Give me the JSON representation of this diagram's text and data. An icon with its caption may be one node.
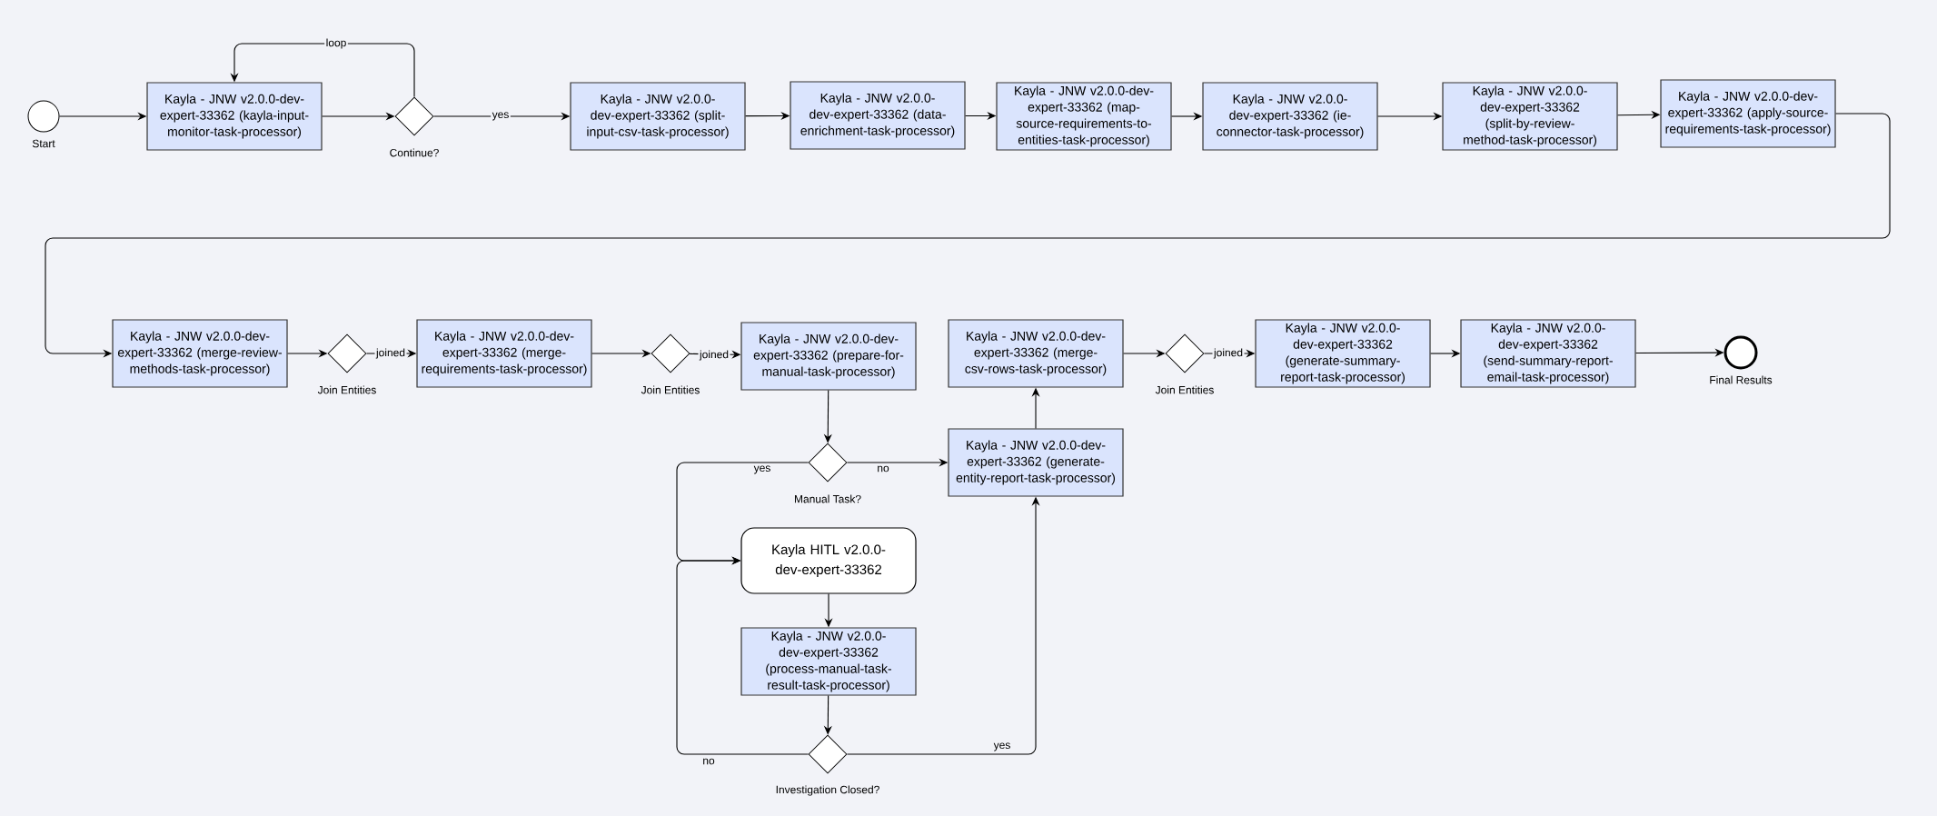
{
  "diagram": {
    "nodes": [
      {
        "text": [],
        "shape": "circle",
        "beside": [
          "Start"
        ]
      },
      {
        "text": [
          "Kayla - JNW v2.0.0-dev-expert-33362 (kayla-input-monitor-task-processor)"
        ]
      },
      {
        "text": [],
        "shape": "diamond",
        "beside": [
          "Continue?"
        ]
      },
      {
        "text": [
          "Kayla - JNW v2.0.0-dev-expert-33362 (split-input-csv-task-processor)"
        ]
      },
      {
        "text": [
          "Kayla - JNW v2.0.0-dev-expert-33362 (data-enrichment-task-processor)"
        ]
      },
      {
        "text": [
          "Kayla - JNW v2.0.0-dev-expert-33362 (map-source-requirements-to-entities-task-processor)"
        ]
      },
      {
        "text": [
          "Kayla - JNW v2.0.0-dev-expert-33362 (ie-connector-task-processor)"
        ]
      },
      {
        "text": [
          "Kayla - JNW v2.0.0-dev-expert-33362 (split-by-review-method-task-processor)"
        ]
      },
      {
        "text": [
          "Kayla - JNW v2.0.0-dev-expert-33362 (apply-source-requirements-task-processor)"
        ]
      },
      {
        "text": [
          "Kayla - JNW v2.0.0-dev-expert-33362 (merge-review-methods-task-processor)"
        ]
      },
      {
        "text": [],
        "shape": "diamond",
        "beside": [
          "Join Entities"
        ]
      },
      {
        "text": [
          "Kayla - JNW v2.0.0-dev-expert-33362 (merge-requirements-task-processor)"
        ]
      },
      {
        "text": [],
        "shape": "diamond",
        "beside": [
          "Join Entities"
        ]
      },
      {
        "text": [
          "Kayla - JNW v2.0.0-dev-expert-33362 (prepare-for-manual-task-processor)"
        ]
      },
      {
        "text": [
          "Kayla - JNW v2.0.0-dev-expert-33362 (merge-csv-rows-task-processor)"
        ]
      },
      {
        "text": [],
        "shape": "diamond",
        "beside": [
          "Join Entities"
        ]
      },
      {
        "text": [
          "Kayla - JNW v2.0.0-dev-expert-33362 (generate-summary-report-task-processor)"
        ]
      },
      {
        "text": [
          "Kayla - JNW v2.0.0-dev-expert-33362 (send-summary-report-email-task-processor)"
        ]
      },
      {
        "text": [],
        "shape": "circle",
        "beside": [
          "Final Results"
        ]
      },
      {
        "text": [],
        "shape": "diamond",
        "beside": [
          "Manual Task?"
        ]
      },
      {
        "text": [
          "Kayla - JNW v2.0.0-dev-expert-33362 (generate-entity-report-task-processor)"
        ]
      },
      {
        "text": [
          "Kayla HITL v2.0.0-dev-expert-33362"
        ]
      },
      {
        "text": [
          "Kayla - JNW v2.0.0-dev-expert-33362 (process-manual-task-result-task-processor)"
        ]
      },
      {
        "text": [],
        "shape": "diamond",
        "beside": [
          "Investigation Closed?"
        ]
      }
    ],
    "edges": [
      {
        "from": 0,
        "to": 1,
        "arrow": "to"
      },
      {
        "from": 1,
        "to": 2,
        "arrow": "to"
      },
      {
        "from": 2,
        "to": 1,
        "arrow": "to",
        "label": "loop"
      },
      {
        "from": 2,
        "to": 3,
        "arrow": "to",
        "label": "yes"
      },
      {
        "from": 3,
        "to": 4,
        "arrow": "to"
      },
      {
        "from": 4,
        "to": 5,
        "arrow": "to"
      },
      {
        "from": 5,
        "to": 6,
        "arrow": "to"
      },
      {
        "from": 6,
        "to": 7,
        "arrow": "to"
      },
      {
        "from": 7,
        "to": 8,
        "arrow": "to"
      },
      {
        "from": 8,
        "to": 9,
        "arrow": "to"
      },
      {
        "from": 9,
        "to": 10,
        "arrow": "to"
      },
      {
        "from": 10,
        "to": 11,
        "arrow": "to",
        "label": "joined"
      },
      {
        "from": 11,
        "to": 12,
        "arrow": "to"
      },
      {
        "from": 12,
        "to": 13,
        "arrow": "to",
        "label": "joined"
      },
      {
        "from": 13,
        "to": 19,
        "arrow": "to"
      },
      {
        "from": 19,
        "to": 20,
        "arrow": "to",
        "label": "no"
      },
      {
        "from": 19,
        "to": 21,
        "arrow": "to",
        "label": "yes"
      },
      {
        "from": 21,
        "to": 22,
        "arrow": "to"
      },
      {
        "from": 22,
        "to": 23,
        "arrow": "to"
      },
      {
        "from": 23,
        "to": 21,
        "arrow": "to",
        "label": "no"
      },
      {
        "from": 23,
        "to": 20,
        "arrow": "to",
        "label": "yes"
      },
      {
        "from": 20,
        "to": 14,
        "arrow": "to"
      },
      {
        "from": 14,
        "to": 15,
        "arrow": "to"
      },
      {
        "from": 15,
        "to": 16,
        "arrow": "to",
        "label": "joined"
      },
      {
        "from": 16,
        "to": 17,
        "arrow": "to"
      },
      {
        "from": 17,
        "to": 18,
        "arrow": "to"
      }
    ]
  }
}
